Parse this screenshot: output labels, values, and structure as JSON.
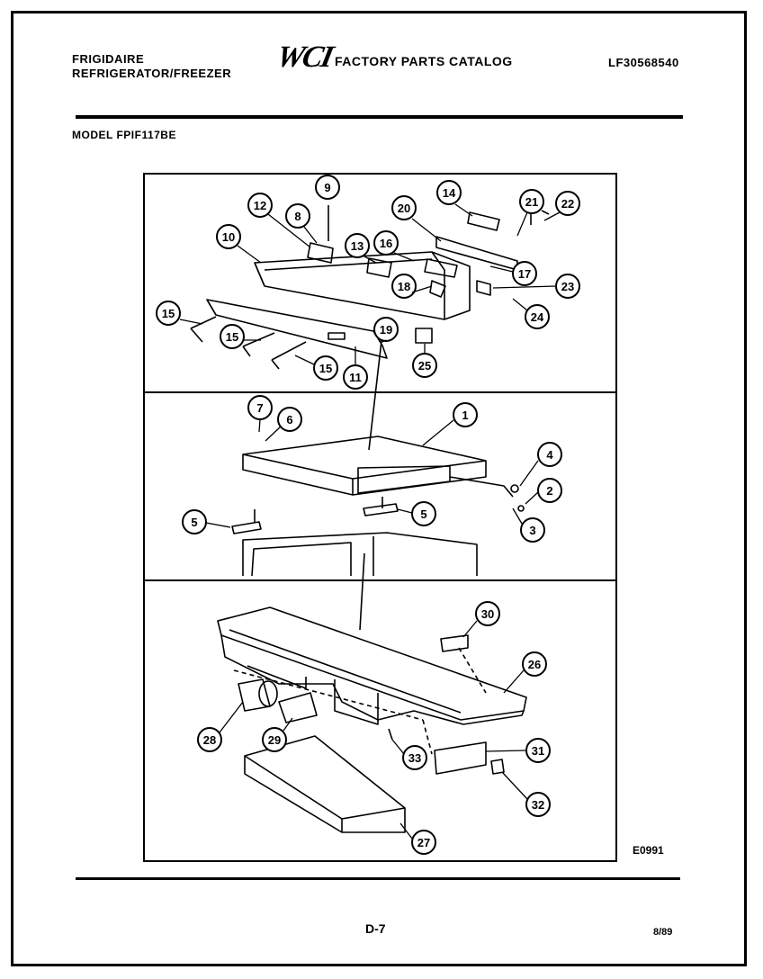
{
  "header": {
    "brand_line1": "FRIGIDAIRE",
    "brand_line2": "REFRIGERATOR/FREEZER",
    "logo": "WCI",
    "catalog_title": "FACTORY PARTS CATALOG",
    "catalog_number": "LF30568540",
    "model": "MODEL FPIF117BE"
  },
  "diagram": {
    "callouts": [
      "9",
      "12",
      "8",
      "10",
      "13",
      "16",
      "20",
      "14",
      "21",
      "22",
      "17",
      "18",
      "23",
      "24",
      "15",
      "15",
      "15",
      "11",
      "19",
      "25",
      "7",
      "6",
      "1",
      "4",
      "2",
      "3",
      "5",
      "5",
      "30",
      "26",
      "28",
      "29",
      "33",
      "31",
      "32",
      "27"
    ]
  },
  "footer": {
    "figure_code": "E0991",
    "page": "D-7",
    "date": "8/89"
  }
}
